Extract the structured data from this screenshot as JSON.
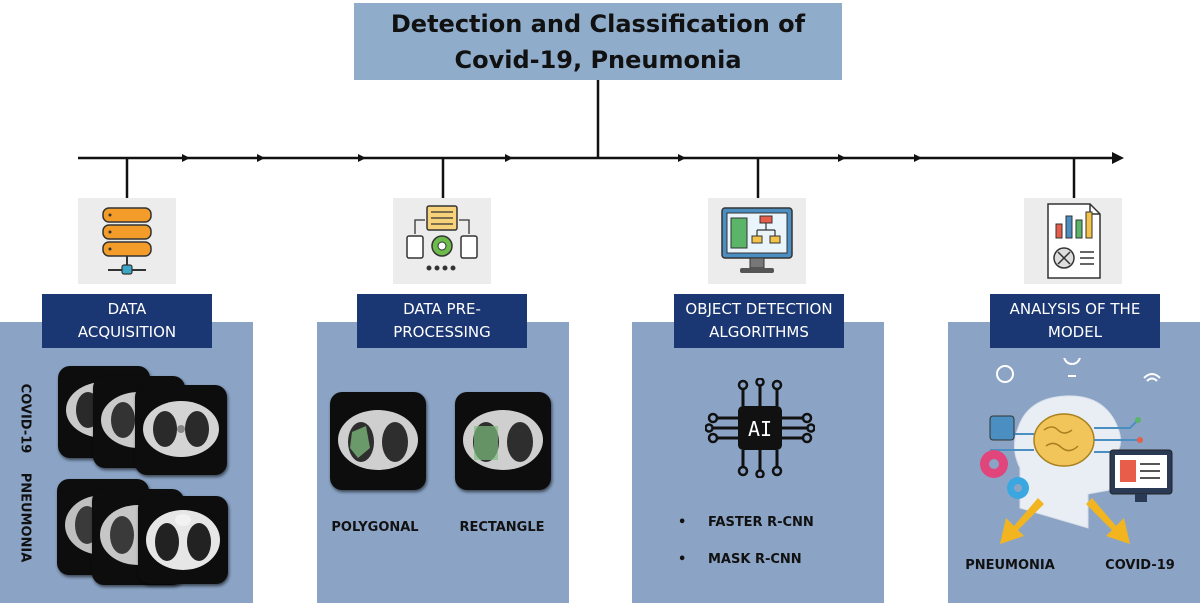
{
  "title": {
    "line1": "Detection and Classification of",
    "line2": "Covid-19, Pneumonia"
  },
  "stages": [
    {
      "label_line1": "DATA",
      "label_line2": "ACQUISITION",
      "icon": "database-icon",
      "side_labels": [
        "COVID-19",
        "PNEUMONIA"
      ]
    },
    {
      "label_line1": "DATA PRE-",
      "label_line2": "PROCESSING",
      "icon": "data-processing-icon",
      "captions": [
        "POLYGONAL",
        "RECTANGLE"
      ]
    },
    {
      "label_line1": "OBJECT DETECTION",
      "label_line2": "ALGORITHMS",
      "icon": "monitor-flowchart-icon",
      "chip_text": "AI",
      "bullets": [
        "FASTER R-CNN",
        "MASK R-CNN"
      ]
    },
    {
      "label_line1": "ANALYSIS OF THE",
      "label_line2": "MODEL",
      "icon": "report-chart-icon",
      "outputs": [
        "PNEUMONIA",
        "COVID-19"
      ]
    }
  ]
}
